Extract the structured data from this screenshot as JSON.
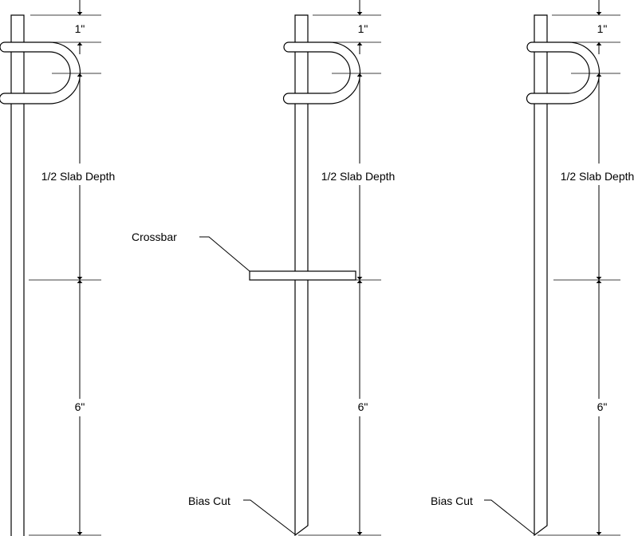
{
  "drawing": {
    "posts": [
      {
        "dim_top": "1\"",
        "dim_mid": "1/2 Slab Depth",
        "dim_bottom": "6\""
      },
      {
        "dim_top": "1\"",
        "dim_mid": "1/2 Slab Depth",
        "dim_bottom": "6\"",
        "crossbar_label": "Crossbar",
        "bias_label": "Bias Cut"
      },
      {
        "dim_top": "1\"",
        "dim_mid": "1/2 Slab Depth",
        "dim_bottom": "6\"",
        "bias_label": "Bias Cut"
      }
    ]
  }
}
